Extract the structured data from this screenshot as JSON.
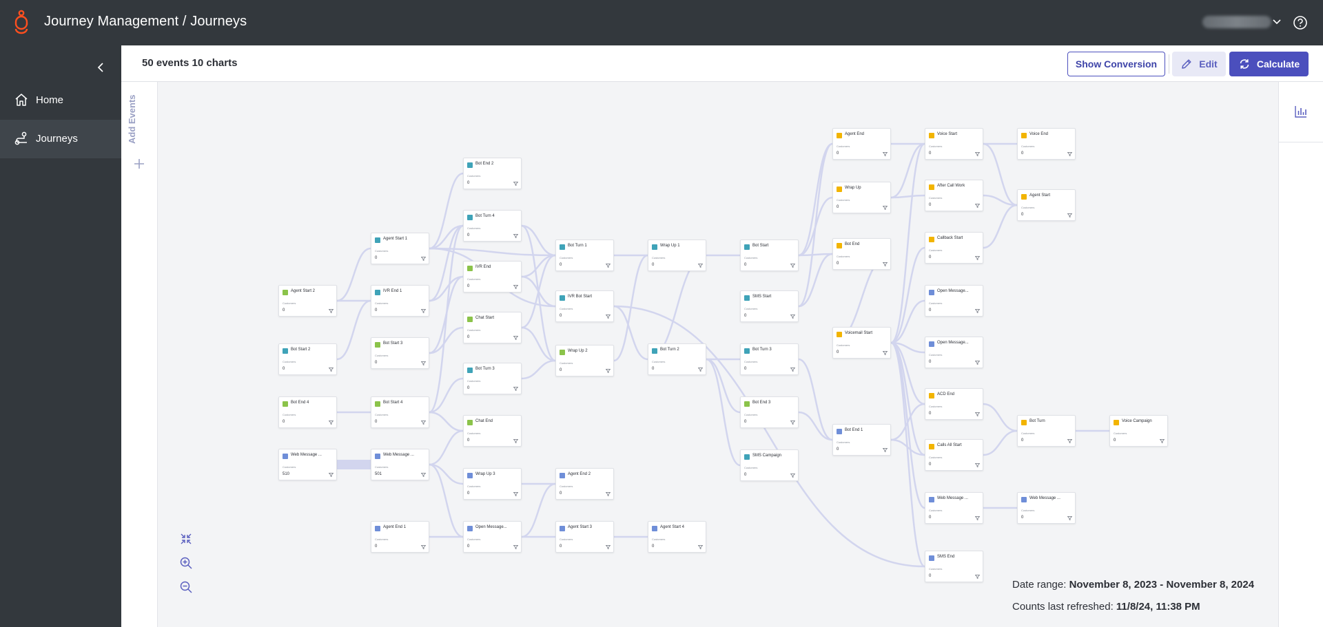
{
  "header": {
    "title": "Journey Management / Journeys",
    "user_name": "Colin Gayed",
    "brand_color": "#ff4f1f"
  },
  "sidebar": {
    "items": [
      {
        "label": "Home",
        "icon": "home-icon"
      },
      {
        "label": "Journeys",
        "icon": "journey-icon"
      }
    ]
  },
  "toolbar": {
    "summary": "50 events 10 charts",
    "show_conversion": "Show Conversion",
    "edit": "Edit",
    "calculate": "Calculate"
  },
  "rail": {
    "add_events": "Add Events"
  },
  "legend": {
    "customers_label": "Customers"
  },
  "colors": {
    "green": "#8bc34a",
    "teal": "#3fa3b8",
    "blue": "#6f8ed8",
    "yellow": "#f2b400",
    "edge": "#d2d5ee",
    "accent": "#4b4fbd"
  },
  "nodes": [
    {
      "id": "n1",
      "title": "Agent Start 2",
      "count": "0",
      "color": "green"
    },
    {
      "id": "n2",
      "title": "Bot Start 2",
      "count": "0",
      "color": "teal"
    },
    {
      "id": "n3",
      "title": "Bot End 4",
      "count": "0",
      "color": "green"
    },
    {
      "id": "n4",
      "title": "Web Message ...",
      "count": "510",
      "color": "blue"
    },
    {
      "id": "n5",
      "title": "Agent Start 1",
      "count": "0",
      "color": "teal"
    },
    {
      "id": "n6",
      "title": "IVR End 1",
      "count": "0",
      "color": "teal"
    },
    {
      "id": "n7",
      "title": "Bot Start 3",
      "count": "0",
      "color": "green"
    },
    {
      "id": "n8",
      "title": "Bot Start 4",
      "count": "0",
      "color": "green"
    },
    {
      "id": "n9",
      "title": "Web Message ...",
      "count": "501",
      "color": "blue"
    },
    {
      "id": "n10",
      "title": "Agent End 1",
      "count": "0",
      "color": "blue"
    },
    {
      "id": "n11",
      "title": "Bot End 2",
      "count": "0",
      "color": "teal"
    },
    {
      "id": "n12",
      "title": "Bot Turn 4",
      "count": "0",
      "color": "teal"
    },
    {
      "id": "n13",
      "title": "IVR End",
      "count": "0",
      "color": "green"
    },
    {
      "id": "n14",
      "title": "Chat Start",
      "count": "0",
      "color": "green"
    },
    {
      "id": "n15",
      "title": "Bot Turn 3",
      "count": "0",
      "color": "teal"
    },
    {
      "id": "n16",
      "title": "Chat End",
      "count": "0",
      "color": "green"
    },
    {
      "id": "n17",
      "title": "Wrap Up 3",
      "count": "0",
      "color": "blue"
    },
    {
      "id": "n18",
      "title": "Open Message...",
      "count": "0",
      "color": "blue"
    },
    {
      "id": "n19",
      "title": "Bot Turn 1",
      "count": "0",
      "color": "teal"
    },
    {
      "id": "n20",
      "title": "IVR Bot Start",
      "count": "0",
      "color": "teal"
    },
    {
      "id": "n21",
      "title": "Wrap Up 2",
      "count": "0",
      "color": "green"
    },
    {
      "id": "n22",
      "title": "Agent End 2",
      "count": "0",
      "color": "blue"
    },
    {
      "id": "n23",
      "title": "Agent Start 3",
      "count": "0",
      "color": "blue"
    },
    {
      "id": "n24",
      "title": "Wrap Up 1",
      "count": "0",
      "color": "teal"
    },
    {
      "id": "n25",
      "title": "Bot Turn 2",
      "count": "0",
      "color": "teal"
    },
    {
      "id": "n26",
      "title": "Agent Start 4",
      "count": "0",
      "color": "blue"
    },
    {
      "id": "n27",
      "title": "Bot Start",
      "count": "0",
      "color": "teal"
    },
    {
      "id": "n28",
      "title": "SMS Start",
      "count": "0",
      "color": "teal"
    },
    {
      "id": "n29",
      "title": "Bot Turn 3",
      "count": "0",
      "color": "teal"
    },
    {
      "id": "n30",
      "title": "Bot End 3",
      "count": "0",
      "color": "green"
    },
    {
      "id": "n31",
      "title": "SMS Campaign",
      "count": "0",
      "color": "teal"
    },
    {
      "id": "n32",
      "title": "Agent End",
      "count": "0",
      "color": "yellow"
    },
    {
      "id": "n33",
      "title": "Wrap Up",
      "count": "0",
      "color": "yellow"
    },
    {
      "id": "n34",
      "title": "Bot End",
      "count": "0",
      "color": "yellow"
    },
    {
      "id": "n35",
      "title": "Voicemail Start",
      "count": "0",
      "color": "yellow"
    },
    {
      "id": "n36",
      "title": "Bot End 1",
      "count": "0",
      "color": "blue"
    },
    {
      "id": "n37",
      "title": "Voice Start",
      "count": "0",
      "color": "yellow"
    },
    {
      "id": "n38",
      "title": "After Call Work",
      "count": "0",
      "color": "yellow"
    },
    {
      "id": "n39",
      "title": "Callback Start",
      "count": "0",
      "color": "yellow"
    },
    {
      "id": "n40",
      "title": "Open Message...",
      "count": "0",
      "color": "blue"
    },
    {
      "id": "n41",
      "title": "Open Message...",
      "count": "0",
      "color": "blue"
    },
    {
      "id": "n42",
      "title": "ACD End",
      "count": "0",
      "color": "yellow"
    },
    {
      "id": "n43",
      "title": "Calls All Start",
      "count": "0",
      "color": "yellow"
    },
    {
      "id": "n44",
      "title": "Web Message ...",
      "count": "0",
      "color": "blue"
    },
    {
      "id": "n45",
      "title": "SMS End",
      "count": "0",
      "color": "blue"
    },
    {
      "id": "n46",
      "title": "Voice End",
      "count": "0",
      "color": "yellow"
    },
    {
      "id": "n47",
      "title": "Agent Start",
      "count": "0",
      "color": "yellow"
    },
    {
      "id": "n48",
      "title": "Bot Turn",
      "count": "0",
      "color": "yellow"
    },
    {
      "id": "n49",
      "title": "Web Message ...",
      "count": "0",
      "color": "blue"
    },
    {
      "id": "n50",
      "title": "Voice Campaign",
      "count": "0",
      "color": "yellow"
    }
  ],
  "edges": [
    [
      "n1",
      "n5"
    ],
    [
      "n1",
      "n6"
    ],
    [
      "n2",
      "n6"
    ],
    [
      "n3",
      "n8"
    ],
    [
      "n4",
      "n9"
    ],
    [
      "n5",
      "n11"
    ],
    [
      "n5",
      "n12"
    ],
    [
      "n5",
      "n19"
    ],
    [
      "n5",
      "n20"
    ],
    [
      "n6",
      "n12"
    ],
    [
      "n6",
      "n13"
    ],
    [
      "n7",
      "n13"
    ],
    [
      "n7",
      "n14"
    ],
    [
      "n8",
      "n15"
    ],
    [
      "n8",
      "n16"
    ],
    [
      "n8",
      "n12"
    ],
    [
      "n9",
      "n16"
    ],
    [
      "n9",
      "n17"
    ],
    [
      "n9",
      "n18"
    ],
    [
      "n10",
      "n18"
    ],
    [
      "n12",
      "n19"
    ],
    [
      "n12",
      "n21"
    ],
    [
      "n13",
      "n19"
    ],
    [
      "n13",
      "n20"
    ],
    [
      "n14",
      "n19"
    ],
    [
      "n14",
      "n21"
    ],
    [
      "n15",
      "n21"
    ],
    [
      "n17",
      "n22"
    ],
    [
      "n18",
      "n22"
    ],
    [
      "n18",
      "n23"
    ],
    [
      "n19",
      "n24"
    ],
    [
      "n20",
      "n25"
    ],
    [
      "n21",
      "n24"
    ],
    [
      "n23",
      "n26"
    ],
    [
      "n24",
      "n27"
    ],
    [
      "n24",
      "n25"
    ],
    [
      "n25",
      "n29"
    ],
    [
      "n25",
      "n30"
    ],
    [
      "n25",
      "n31"
    ],
    [
      "n20",
      "n45"
    ],
    [
      "n27",
      "n32"
    ],
    [
      "n27",
      "n33"
    ],
    [
      "n27",
      "n34"
    ],
    [
      "n28",
      "n34"
    ],
    [
      "n28",
      "n32"
    ],
    [
      "n30",
      "n36"
    ],
    [
      "n29",
      "n36"
    ],
    [
      "n32",
      "n37"
    ],
    [
      "n33",
      "n37"
    ],
    [
      "n33",
      "n38"
    ],
    [
      "n34",
      "n35"
    ],
    [
      "n35",
      "n39"
    ],
    [
      "n35",
      "n40"
    ],
    [
      "n35",
      "n41"
    ],
    [
      "n35",
      "n42"
    ],
    [
      "n35",
      "n43"
    ],
    [
      "n35",
      "n44"
    ],
    [
      "n35",
      "n45"
    ],
    [
      "n35",
      "n37"
    ],
    [
      "n36",
      "n43"
    ],
    [
      "n36",
      "n42"
    ],
    [
      "n37",
      "n46"
    ],
    [
      "n37",
      "n47"
    ],
    [
      "n38",
      "n47"
    ],
    [
      "n39",
      "n47"
    ],
    [
      "n42",
      "n48"
    ],
    [
      "n43",
      "n48"
    ],
    [
      "n48",
      "n50"
    ],
    [
      "n44",
      "n49"
    ]
  ],
  "footer": {
    "date_range_label": "Date range:",
    "date_range_value": "November 8, 2023 - November 8, 2024",
    "refreshed_label": "Counts last refreshed:",
    "refreshed_value": "11/8/24, 11:38 PM"
  }
}
